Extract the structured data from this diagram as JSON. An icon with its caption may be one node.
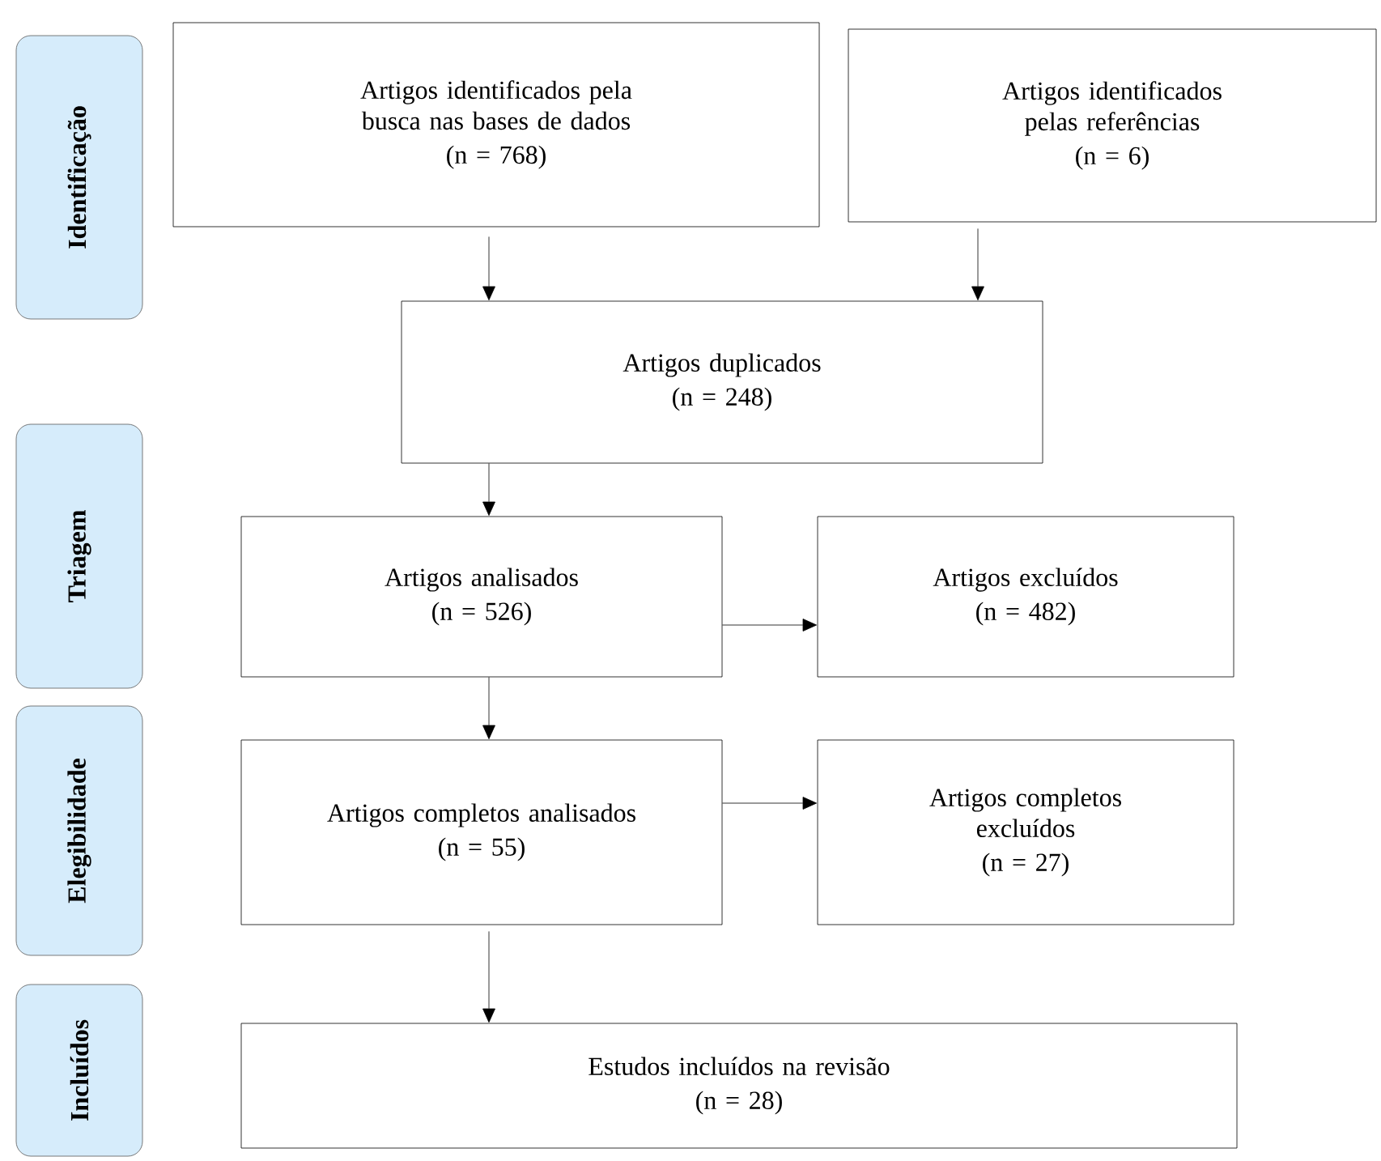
{
  "diagram": {
    "nodes": [
      {
        "text": [
          "Identificação"
        ]
      },
      {
        "text": [
          "Triagem"
        ]
      },
      {
        "text": [
          "Elegibilidade"
        ]
      },
      {
        "text": [
          "Incluídos"
        ]
      },
      {
        "text": [
          "Artigos identificados pela busca nas bases de dados",
          "(n = 768)"
        ]
      },
      {
        "text": [
          "Artigos identificados pelas referências",
          "(n = 6)"
        ]
      },
      {
        "text": [
          "Artigos duplicados",
          "(n = 248)"
        ]
      },
      {
        "text": [
          "Artigos analisados",
          "(n = 526)"
        ]
      },
      {
        "text": [
          "Artigos excluídos",
          "(n = 482)"
        ]
      },
      {
        "text": [
          "Artigos completos analisados",
          "(n = 55)"
        ]
      },
      {
        "text": [
          "Artigos completos excluídos",
          "(n = 27)"
        ]
      },
      {
        "text": [
          "Estudos incluídos na revisão",
          "(n = 28)"
        ]
      }
    ],
    "edges": [
      {
        "from": 4,
        "to": 6,
        "arrow": "to"
      },
      {
        "from": 5,
        "to": 6,
        "arrow": "to"
      },
      {
        "from": 6,
        "to": 7,
        "arrow": "to"
      },
      {
        "from": 7,
        "to": 8,
        "arrow": "to"
      },
      {
        "from": 7,
        "to": 9,
        "arrow": "to"
      },
      {
        "from": 9,
        "to": 10,
        "arrow": "to"
      },
      {
        "from": 9,
        "to": 11,
        "arrow": "to"
      }
    ]
  }
}
